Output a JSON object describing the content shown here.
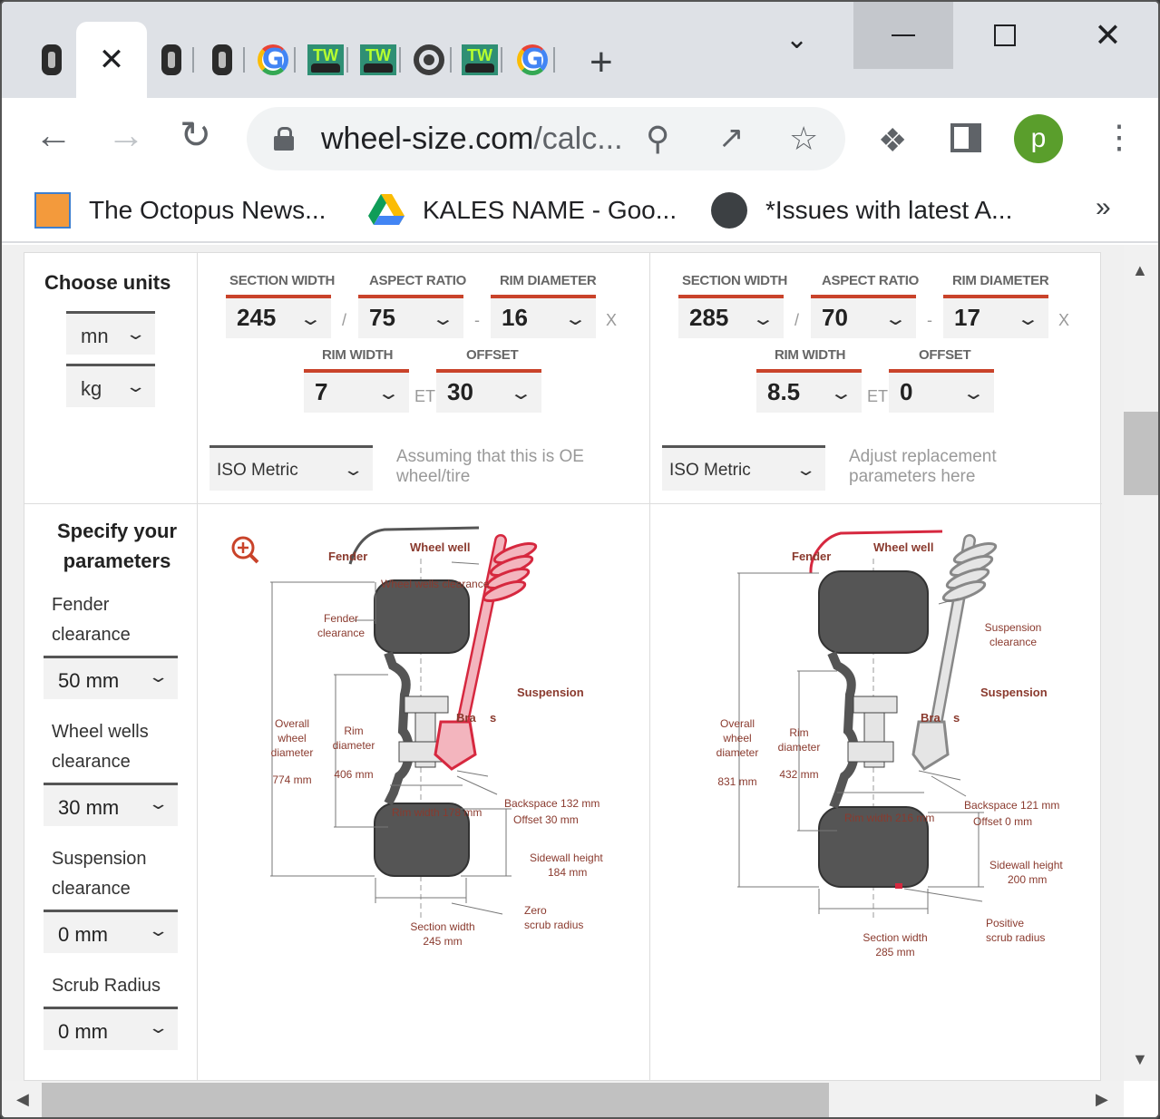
{
  "browser": {
    "tabs": [
      {
        "icon": "tire-favicon"
      },
      {
        "icon": "close-icon",
        "active": true
      },
      {
        "icon": "tire-favicon"
      },
      {
        "icon": "tire-favicon"
      },
      {
        "icon": "google-favicon"
      },
      {
        "icon": "tw-favicon"
      },
      {
        "icon": "tw-favicon"
      },
      {
        "icon": "chrome-favicon"
      },
      {
        "icon": "tw-favicon"
      },
      {
        "icon": "google-favicon"
      }
    ],
    "url_host": "wheel-size.com",
    "url_path": "/calc...",
    "avatar_letter": "p",
    "bookmarks": [
      "The Octopus News...",
      "KALES NAME - Goo...",
      "*Issues with latest A..."
    ]
  },
  "units": {
    "title": "Choose units",
    "length": "mn",
    "weight": "kg"
  },
  "oe": {
    "section_width_label": "SECTION WIDTH",
    "aspect_ratio_label": "ASPECT RATIO",
    "rim_diameter_label": "RIM DIAMETER",
    "rim_width_label": "RIM WIDTH",
    "offset_label": "OFFSET",
    "section_width": "245",
    "aspect_ratio": "75",
    "rim_diameter": "16",
    "rim_width": "7",
    "offset": "30",
    "system": "ISO Metric",
    "note": "Assuming that this is OE wheel/tire"
  },
  "replacement": {
    "section_width_label": "SECTION WIDTH",
    "aspect_ratio_label": "ASPECT RATIO",
    "rim_diameter_label": "RIM DIAMETER",
    "rim_width_label": "RIM WIDTH",
    "offset_label": "OFFSET",
    "section_width": "285",
    "aspect_ratio": "70",
    "rim_diameter": "17",
    "rim_width": "8.5",
    "offset": "0",
    "system": "ISO Metric",
    "note": "Adjust replacement parameters here"
  },
  "separators": {
    "slash": "/",
    "dash": "-",
    "x": "X",
    "et": "ET"
  },
  "parameters": {
    "title": "Specify your parameters",
    "fender_label": "Fender clearance",
    "fender_value": "50 mm",
    "wheel_wells_label": "Wheel wells clearance",
    "wheel_wells_value": "30 mm",
    "suspension_label": "Suspension clearance",
    "suspension_value": "0 mm",
    "scrub_label": "Scrub Radius",
    "scrub_value": "0 mm"
  },
  "diagram_left": {
    "fender": "Fender",
    "wheel_well": "Wheel well",
    "wheel_wells_clearance": "Wheel wells clearance",
    "fender_clearance_1": "Fender",
    "fender_clearance_2": "clearance",
    "suspension": "Suspension",
    "brakes_1": "Bra",
    "brakes_2": "s",
    "overall_1": "Overall",
    "overall_2": "wheel",
    "overall_3": "diameter",
    "overall_value": "774 mm",
    "rim_1": "Rim",
    "rim_2": "diameter",
    "rim_value": "406 mm",
    "rim_width": "Rim width 178 mm",
    "backspace": "Backspace 132 mm",
    "offset": "Offset 30 mm",
    "sidewall_1": "Sidewall height",
    "sidewall_2": "184 mm",
    "scrub_1": "Zero",
    "scrub_2": "scrub radius",
    "section_1": "Section width",
    "section_2": "245 mm"
  },
  "diagram_right": {
    "fender": "Fender",
    "wheel_well": "Wheel well",
    "suspension_clearance_1": "Suspension",
    "suspension_clearance_2": "clearance",
    "suspension": "Suspension",
    "brakes_1": "Bra",
    "brakes_2": "s",
    "overall_1": "Overall",
    "overall_2": "wheel",
    "overall_3": "diameter",
    "overall_value": "831 mm",
    "rim_1": "Rim",
    "rim_2": "diameter",
    "rim_value": "432 mm",
    "rim_width": "Rim width 216 mm",
    "backspace": "Backspace 121 mm",
    "offset": "Offset 0 mm",
    "sidewall_1": "Sidewall height",
    "sidewall_2": "200 mm",
    "scrub_1": "Positive",
    "scrub_2": "scrub radius",
    "section_1": "Section width",
    "section_2": "285 mm"
  },
  "colors": {
    "accent": "#c9432a",
    "highlight": "#d6283f",
    "label": "#8a3a2e"
  }
}
